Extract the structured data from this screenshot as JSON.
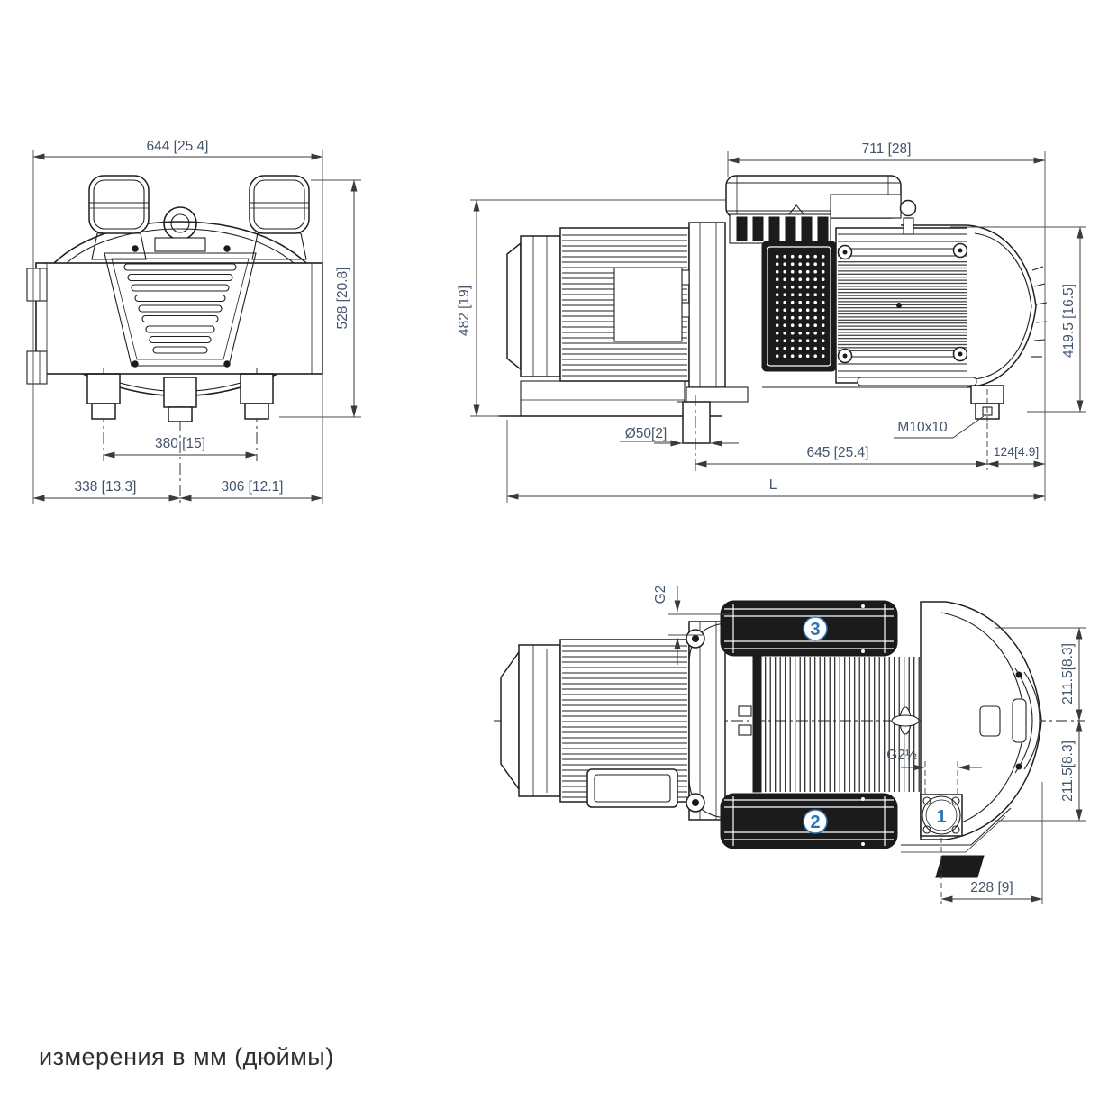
{
  "note": "измерения в мм (дюймы)",
  "front": {
    "width": "644 [25.4]",
    "height": "528 [20.8]",
    "feet_span": "380 [15]",
    "left_span": "338 [13.3]",
    "right_span": "306 [12.1]"
  },
  "side": {
    "top_width": "711 [28]",
    "total_height": "482 [19]",
    "body_height": "419.5 [16.5]",
    "drain_pipe": "Ø50[2]",
    "foot_span": "645 [25.4]",
    "foot_end": "124[4.9]",
    "foot_thread": "M10x10",
    "total_length": "L"
  },
  "top": {
    "port_g2": "G2",
    "port_g2_half": "G2½",
    "center_to_muffler_top": "211.5[8.3]",
    "center_to_muffler_bottom": "211.5[8.3]",
    "inlet_offset": "228 [9]",
    "callout_inlet": "1",
    "callout_muffler_bottom": "2",
    "callout_muffler_top": "3"
  },
  "colors": {
    "line": "#1f1f1f",
    "dimension_text": "#44546a",
    "callout": "#2e74b5",
    "background": "#ffffff"
  }
}
